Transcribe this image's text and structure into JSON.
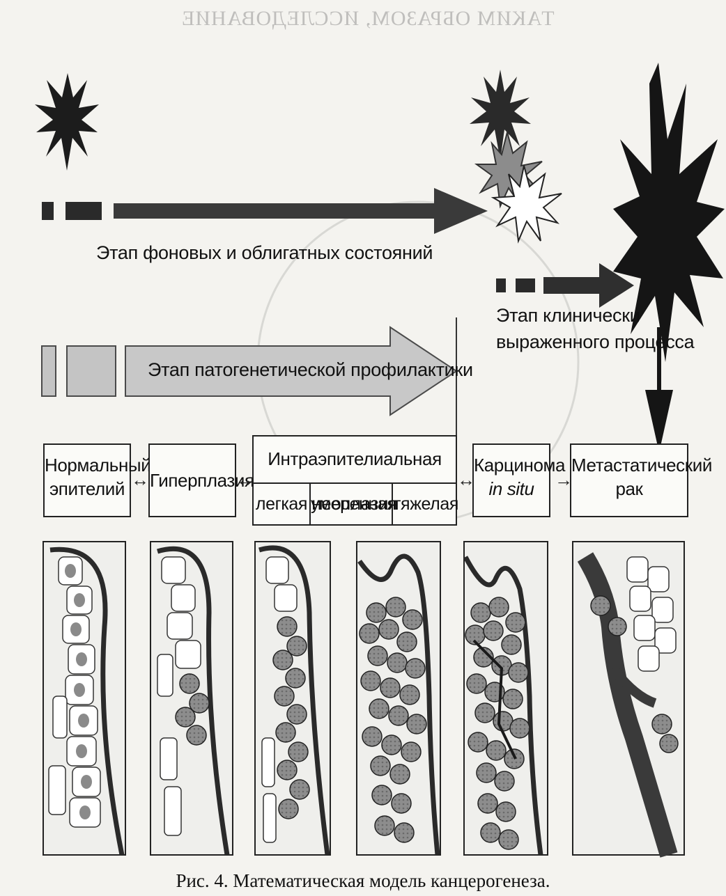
{
  "stages": {
    "background": "Этап фоновых и облигатных состояний",
    "prophylaxis": "Этап патогенетической профилактики",
    "clinical_line1": "Этап клинически",
    "clinical_line2": "выраженного процесса"
  },
  "boxes": {
    "normal_line1": "Нормальный",
    "normal_line2": "эпителий",
    "hyperplasia": "Гиперплазия",
    "neoplasia": "Интраэпителиальная неоплазия",
    "neoplasia_mild": "легкая",
    "neoplasia_moderate": "умеренная",
    "neoplasia_severe": "тяжелая",
    "carcinoma_line1": "Карцинома",
    "carcinoma_line2": "in situ",
    "metastatic_line1": "Метастатический",
    "metastatic_line2": "рак"
  },
  "connectors": {
    "bidirectional": "↔",
    "forward": "→"
  },
  "caption": "Рис. 4. Математическая модель канцерогенеза.",
  "colors": {
    "ink": "#1a1a1a",
    "dark_gray": "#3c3c3c",
    "medium_gray": "#7a7a7a",
    "light_gray": "#bdbdbd",
    "paper": "#f4f3ef"
  }
}
